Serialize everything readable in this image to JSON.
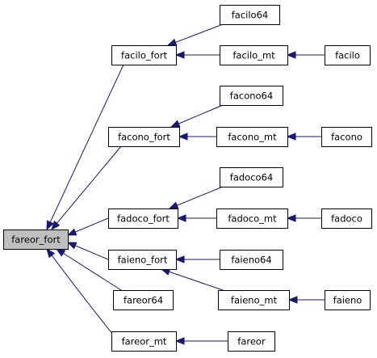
{
  "graph": {
    "nodes": [
      {
        "id": "fareor_fort",
        "label": "fareor_fort",
        "highlight": true
      },
      {
        "id": "facilo_fort",
        "label": "facilo_fort"
      },
      {
        "id": "facilo64",
        "label": "facilo64"
      },
      {
        "id": "facilo_mt",
        "label": "facilo_mt"
      },
      {
        "id": "facilo",
        "label": "facilo"
      },
      {
        "id": "facono64",
        "label": "facono64"
      },
      {
        "id": "facono_fort",
        "label": "facono_fort"
      },
      {
        "id": "facono_mt",
        "label": "facono_mt"
      },
      {
        "id": "facono",
        "label": "facono"
      },
      {
        "id": "fadoco64",
        "label": "fadoco64"
      },
      {
        "id": "fadoco_fort",
        "label": "fadoco_fort"
      },
      {
        "id": "fadoco_mt",
        "label": "fadoco_mt"
      },
      {
        "id": "fadoco",
        "label": "fadoco"
      },
      {
        "id": "faieno_fort",
        "label": "faieno_fort"
      },
      {
        "id": "faieno64",
        "label": "faieno64"
      },
      {
        "id": "faieno_mt",
        "label": "faieno_mt"
      },
      {
        "id": "faieno",
        "label": "faieno"
      },
      {
        "id": "fareor64",
        "label": "fareor64"
      },
      {
        "id": "fareor_mt",
        "label": "fareor_mt"
      },
      {
        "id": "fareor",
        "label": "fareor"
      }
    ],
    "edges": [
      {
        "from": "facilo_fort",
        "to": "fareor_fort"
      },
      {
        "from": "facono_fort",
        "to": "fareor_fort"
      },
      {
        "from": "fadoco_fort",
        "to": "fareor_fort"
      },
      {
        "from": "faieno_fort",
        "to": "fareor_fort"
      },
      {
        "from": "fareor64",
        "to": "fareor_fort"
      },
      {
        "from": "fareor_mt",
        "to": "fareor_fort"
      },
      {
        "from": "facilo64",
        "to": "facilo_fort"
      },
      {
        "from": "facilo_mt",
        "to": "facilo_fort"
      },
      {
        "from": "facilo",
        "to": "facilo_mt"
      },
      {
        "from": "facono64",
        "to": "facono_fort"
      },
      {
        "from": "facono_mt",
        "to": "facono_fort"
      },
      {
        "from": "facono",
        "to": "facono_mt"
      },
      {
        "from": "fadoco64",
        "to": "fadoco_fort"
      },
      {
        "from": "fadoco_mt",
        "to": "fadoco_fort"
      },
      {
        "from": "fadoco",
        "to": "fadoco_mt"
      },
      {
        "from": "faieno64",
        "to": "faieno_fort"
      },
      {
        "from": "faieno_mt",
        "to": "faieno_fort"
      },
      {
        "from": "faieno",
        "to": "faieno_mt"
      },
      {
        "from": "fareor",
        "to": "fareor_mt"
      }
    ],
    "colors": {
      "edge": "#191970",
      "node_border": "#000000",
      "highlight_fill": "#bfbfbf",
      "node_fill": "#ffffff"
    }
  }
}
